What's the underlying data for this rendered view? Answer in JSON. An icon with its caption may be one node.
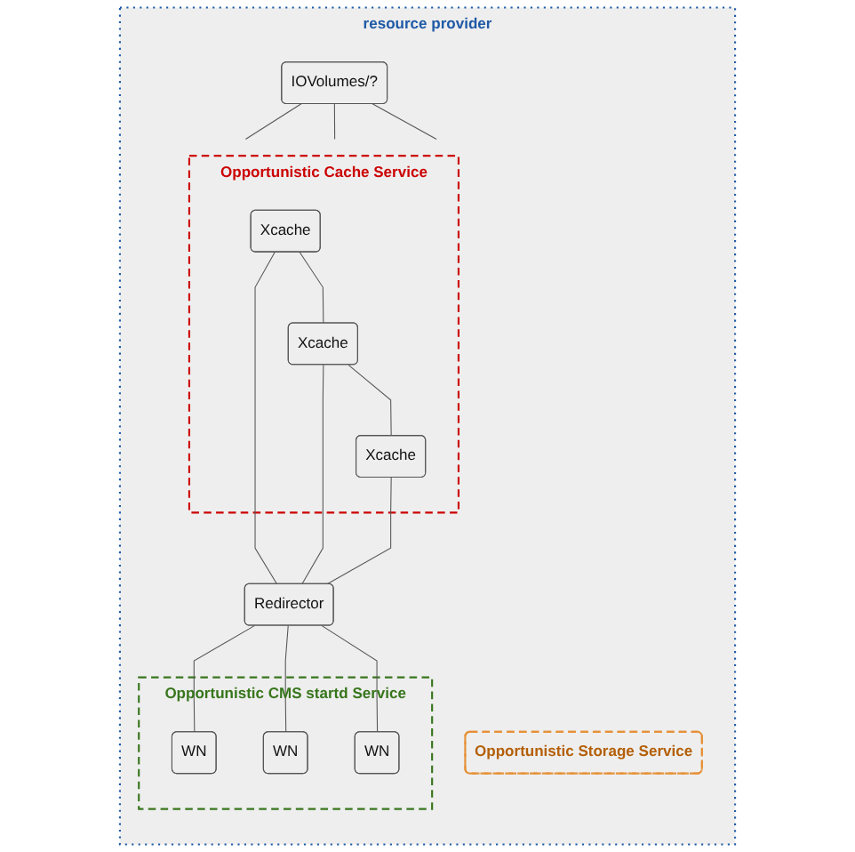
{
  "diagram": {
    "nodes": [
      {
        "text": [
          "resource provider"
        ]
      },
      {
        "text": [
          "Opportunistic Storage Service"
        ],
        "in": 0
      },
      {
        "text": [
          "IOVolumes/?"
        ],
        "in": 0
      },
      {
        "text": [
          "Opportunistic Cache Service"
        ],
        "in": 0
      },
      {
        "text": [
          "Xcache"
        ],
        "in": 3
      },
      {
        "text": [
          "Xcache"
        ],
        "in": 3
      },
      {
        "text": [
          "Xcache"
        ],
        "in": 3
      },
      {
        "text": [
          "Redirector"
        ],
        "in": 0
      },
      {
        "text": [
          "Opportunistic CMS startd Service"
        ],
        "in": 0
      },
      {
        "text": [
          "WN"
        ],
        "in": 8
      },
      {
        "text": [
          "WN"
        ],
        "in": 8
      },
      {
        "text": [
          "WN"
        ],
        "in": 8
      }
    ],
    "edges": [
      {
        "from": 2,
        "to": 3,
        "arrow": "none"
      },
      {
        "from": 2,
        "to": 3,
        "arrow": "none"
      },
      {
        "from": 2,
        "to": 3,
        "arrow": "none"
      },
      {
        "from": 4,
        "to": 5,
        "arrow": "none"
      },
      {
        "from": 5,
        "to": 6,
        "arrow": "none"
      },
      {
        "from": 4,
        "to": 7,
        "arrow": "none"
      },
      {
        "from": 5,
        "to": 7,
        "arrow": "none"
      },
      {
        "from": 6,
        "to": 7,
        "arrow": "none"
      },
      {
        "from": 7,
        "to": 9,
        "arrow": "none"
      },
      {
        "from": 7,
        "to": 10,
        "arrow": "none"
      },
      {
        "from": 7,
        "to": 11,
        "arrow": "none"
      }
    ]
  }
}
